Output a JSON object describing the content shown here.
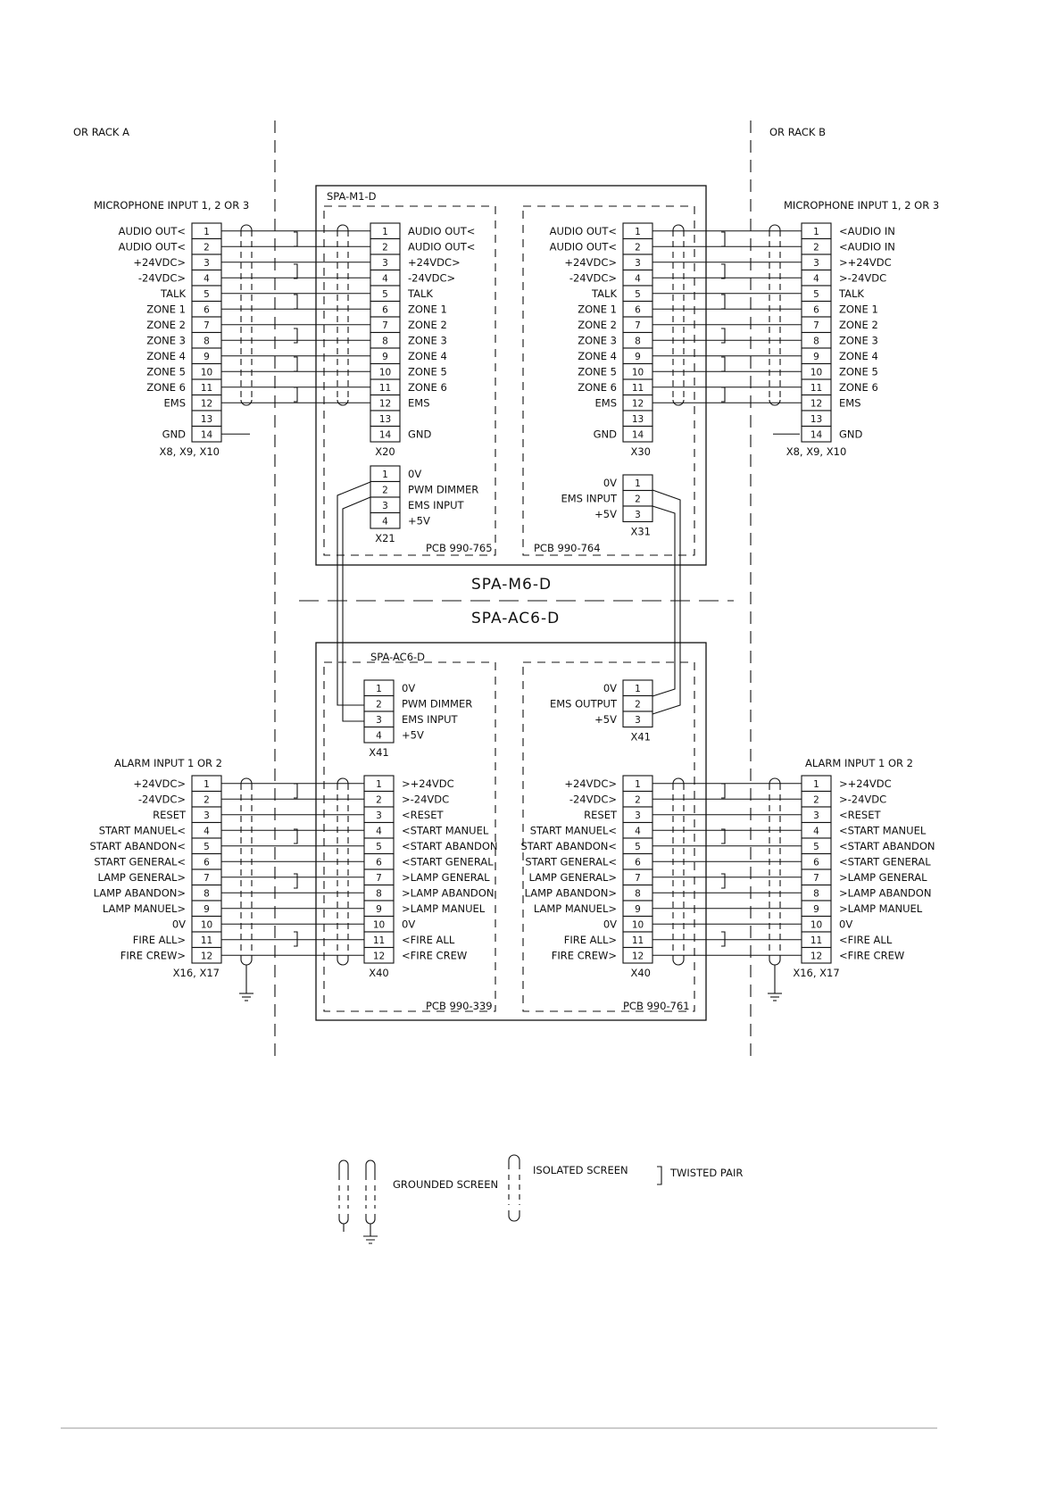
{
  "diagram": {
    "rack_a_label": "OR RACK A",
    "rack_b_label": "OR RACK B",
    "center_top_label": "SPA-M6-D",
    "center_bottom_label": "SPA-AC6-D",
    "modules": [
      {
        "id": "m1",
        "title": "SPA-M1-D"
      },
      {
        "id": "ac6",
        "title": "SPA-AC6-D"
      }
    ],
    "boards": [
      {
        "id": "pcb765",
        "label": "PCB 990-765"
      },
      {
        "id": "pcb764",
        "label": "PCB 990-764"
      },
      {
        "id": "pcb339",
        "label": "PCB 990-339"
      },
      {
        "id": "pcb761",
        "label": "PCB 990-761"
      }
    ],
    "group_labels": {
      "mic_left": "MICROPHONE INPUT 1, 2 OR 3",
      "mic_right": "MICROPHONE INPUT 1, 2 OR 3",
      "alarm_left": "ALARM INPUT 1 OR 2",
      "alarm_right": "ALARM INPUT 1 OR 2"
    },
    "connectors": [
      {
        "id": "mic-left",
        "name": "X8, X9, X10",
        "side": "left",
        "pins": [
          {
            "n": "1",
            "label": "AUDIO OUT<"
          },
          {
            "n": "2",
            "label": "AUDIO OUT<"
          },
          {
            "n": "3",
            "label": "+24VDC>"
          },
          {
            "n": "4",
            "label": "-24VDC>"
          },
          {
            "n": "5",
            "label": "TALK"
          },
          {
            "n": "6",
            "label": "ZONE 1"
          },
          {
            "n": "7",
            "label": "ZONE 2"
          },
          {
            "n": "8",
            "label": "ZONE 3"
          },
          {
            "n": "9",
            "label": "ZONE 4"
          },
          {
            "n": "10",
            "label": "ZONE 5"
          },
          {
            "n": "11",
            "label": "ZONE 6"
          },
          {
            "n": "12",
            "label": "EMS"
          },
          {
            "n": "13",
            "label": ""
          },
          {
            "n": "14",
            "label": "GND"
          }
        ]
      },
      {
        "id": "x20",
        "name": "X20",
        "side": "right",
        "pins": [
          {
            "n": "1",
            "label": "AUDIO OUT<"
          },
          {
            "n": "2",
            "label": "AUDIO OUT<"
          },
          {
            "n": "3",
            "label": "+24VDC>"
          },
          {
            "n": "4",
            "label": "-24VDC>"
          },
          {
            "n": "5",
            "label": "TALK"
          },
          {
            "n": "6",
            "label": "ZONE 1"
          },
          {
            "n": "7",
            "label": "ZONE 2"
          },
          {
            "n": "8",
            "label": "ZONE 3"
          },
          {
            "n": "9",
            "label": "ZONE 4"
          },
          {
            "n": "10",
            "label": "ZONE 5"
          },
          {
            "n": "11",
            "label": "ZONE 6"
          },
          {
            "n": "12",
            "label": "EMS"
          },
          {
            "n": "13",
            "label": ""
          },
          {
            "n": "14",
            "label": "GND"
          }
        ]
      },
      {
        "id": "x30",
        "name": "X30",
        "side": "left",
        "pins": [
          {
            "n": "1",
            "label": "AUDIO OUT<"
          },
          {
            "n": "2",
            "label": "AUDIO OUT<"
          },
          {
            "n": "3",
            "label": "+24VDC>"
          },
          {
            "n": "4",
            "label": "-24VDC>"
          },
          {
            "n": "5",
            "label": "TALK"
          },
          {
            "n": "6",
            "label": "ZONE 1"
          },
          {
            "n": "7",
            "label": "ZONE 2"
          },
          {
            "n": "8",
            "label": "ZONE 3"
          },
          {
            "n": "9",
            "label": "ZONE 4"
          },
          {
            "n": "10",
            "label": "ZONE 5"
          },
          {
            "n": "11",
            "label": "ZONE 6"
          },
          {
            "n": "12",
            "label": "EMS"
          },
          {
            "n": "13",
            "label": ""
          },
          {
            "n": "14",
            "label": "GND"
          }
        ]
      },
      {
        "id": "mic-right",
        "name": "X8, X9, X10",
        "side": "right",
        "pins": [
          {
            "n": "1",
            "label": "<AUDIO IN"
          },
          {
            "n": "2",
            "label": "<AUDIO IN"
          },
          {
            "n": "3",
            "label": ">+24VDC"
          },
          {
            "n": "4",
            "label": ">-24VDC"
          },
          {
            "n": "5",
            "label": "TALK"
          },
          {
            "n": "6",
            "label": "ZONE 1"
          },
          {
            "n": "7",
            "label": "ZONE 2"
          },
          {
            "n": "8",
            "label": "ZONE 3"
          },
          {
            "n": "9",
            "label": "ZONE 4"
          },
          {
            "n": "10",
            "label": "ZONE 5"
          },
          {
            "n": "11",
            "label": "ZONE 6"
          },
          {
            "n": "12",
            "label": "EMS"
          },
          {
            "n": "13",
            "label": ""
          },
          {
            "n": "14",
            "label": "GND"
          }
        ]
      },
      {
        "id": "x21",
        "name": "X21",
        "side": "right",
        "pins": [
          {
            "n": "1",
            "label": "0V"
          },
          {
            "n": "2",
            "label": "PWM DIMMER"
          },
          {
            "n": "3",
            "label": "EMS INPUT"
          },
          {
            "n": "4",
            "label": "+5V"
          }
        ]
      },
      {
        "id": "x31",
        "name": "X31",
        "side": "left",
        "pins": [
          {
            "n": "1",
            "label": "0V"
          },
          {
            "n": "2",
            "label": "EMS INPUT"
          },
          {
            "n": "3",
            "label": "+5V"
          }
        ]
      },
      {
        "id": "x41-left",
        "name": "X41",
        "side": "right",
        "pins": [
          {
            "n": "1",
            "label": "0V"
          },
          {
            "n": "2",
            "label": "PWM DIMMER"
          },
          {
            "n": "3",
            "label": "EMS INPUT"
          },
          {
            "n": "4",
            "label": "+5V"
          }
        ]
      },
      {
        "id": "x41-right",
        "name": "X41",
        "side": "left",
        "pins": [
          {
            "n": "1",
            "label": "0V"
          },
          {
            "n": "2",
            "label": "EMS OUTPUT"
          },
          {
            "n": "3",
            "label": "+5V"
          }
        ]
      },
      {
        "id": "alarm-left",
        "name": "X16, X17",
        "side": "left",
        "pins": [
          {
            "n": "1",
            "label": "+24VDC>"
          },
          {
            "n": "2",
            "label": "-24VDC>"
          },
          {
            "n": "3",
            "label": "RESET"
          },
          {
            "n": "4",
            "label": "START MANUEL<"
          },
          {
            "n": "5",
            "label": "START ABANDON<"
          },
          {
            "n": "6",
            "label": "START GENERAL<"
          },
          {
            "n": "7",
            "label": "LAMP GENERAL>"
          },
          {
            "n": "8",
            "label": "LAMP ABANDON>"
          },
          {
            "n": "9",
            "label": "LAMP MANUEL>"
          },
          {
            "n": "10",
            "label": "0V"
          },
          {
            "n": "11",
            "label": "FIRE ALL>"
          },
          {
            "n": "12",
            "label": "FIRE CREW>"
          }
        ]
      },
      {
        "id": "x40-left",
        "name": "X40",
        "side": "right",
        "pins": [
          {
            "n": "1",
            "label": ">+24VDC"
          },
          {
            "n": "2",
            "label": ">-24VDC"
          },
          {
            "n": "3",
            "label": "<RESET"
          },
          {
            "n": "4",
            "label": "<START MANUEL"
          },
          {
            "n": "5",
            "label": "<START ABANDON"
          },
          {
            "n": "6",
            "label": "<START GENERAL"
          },
          {
            "n": "7",
            "label": ">LAMP GENERAL"
          },
          {
            "n": "8",
            "label": ">LAMP ABANDON"
          },
          {
            "n": "9",
            "label": ">LAMP MANUEL"
          },
          {
            "n": "10",
            "label": "0V"
          },
          {
            "n": "11",
            "label": "<FIRE ALL"
          },
          {
            "n": "12",
            "label": "<FIRE CREW"
          }
        ]
      },
      {
        "id": "x40-right",
        "name": "X40",
        "side": "left",
        "pins": [
          {
            "n": "1",
            "label": "+24VDC>"
          },
          {
            "n": "2",
            "label": "-24VDC>"
          },
          {
            "n": "3",
            "label": "RESET"
          },
          {
            "n": "4",
            "label": "START MANUEL<"
          },
          {
            "n": "5",
            "label": "START ABANDON<"
          },
          {
            "n": "6",
            "label": "START GENERAL<"
          },
          {
            "n": "7",
            "label": "LAMP GENERAL>"
          },
          {
            "n": "8",
            "label": "LAMP ABANDON>"
          },
          {
            "n": "9",
            "label": "LAMP MANUEL>"
          },
          {
            "n": "10",
            "label": "0V"
          },
          {
            "n": "11",
            "label": "FIRE ALL>"
          },
          {
            "n": "12",
            "label": "FIRE CREW>"
          }
        ]
      },
      {
        "id": "alarm-right",
        "name": "X16, X17",
        "side": "right",
        "pins": [
          {
            "n": "1",
            "label": ">+24VDC"
          },
          {
            "n": "2",
            "label": ">-24VDC"
          },
          {
            "n": "3",
            "label": "<RESET"
          },
          {
            "n": "4",
            "label": "<START MANUEL"
          },
          {
            "n": "5",
            "label": "<START ABANDON"
          },
          {
            "n": "6",
            "label": "<START GENERAL"
          },
          {
            "n": "7",
            "label": ">LAMP GENERAL"
          },
          {
            "n": "8",
            "label": ">LAMP ABANDON"
          },
          {
            "n": "9",
            "label": ">LAMP MANUEL"
          },
          {
            "n": "10",
            "label": "0V"
          },
          {
            "n": "11",
            "label": "<FIRE ALL"
          },
          {
            "n": "12",
            "label": "<FIRE CREW"
          }
        ]
      }
    ],
    "legend": {
      "grounded_screen": "GROUNDED SCREEN",
      "isolated_screen": "ISOLATED SCREEN",
      "twisted_pair": "TWISTED PAIR"
    }
  }
}
